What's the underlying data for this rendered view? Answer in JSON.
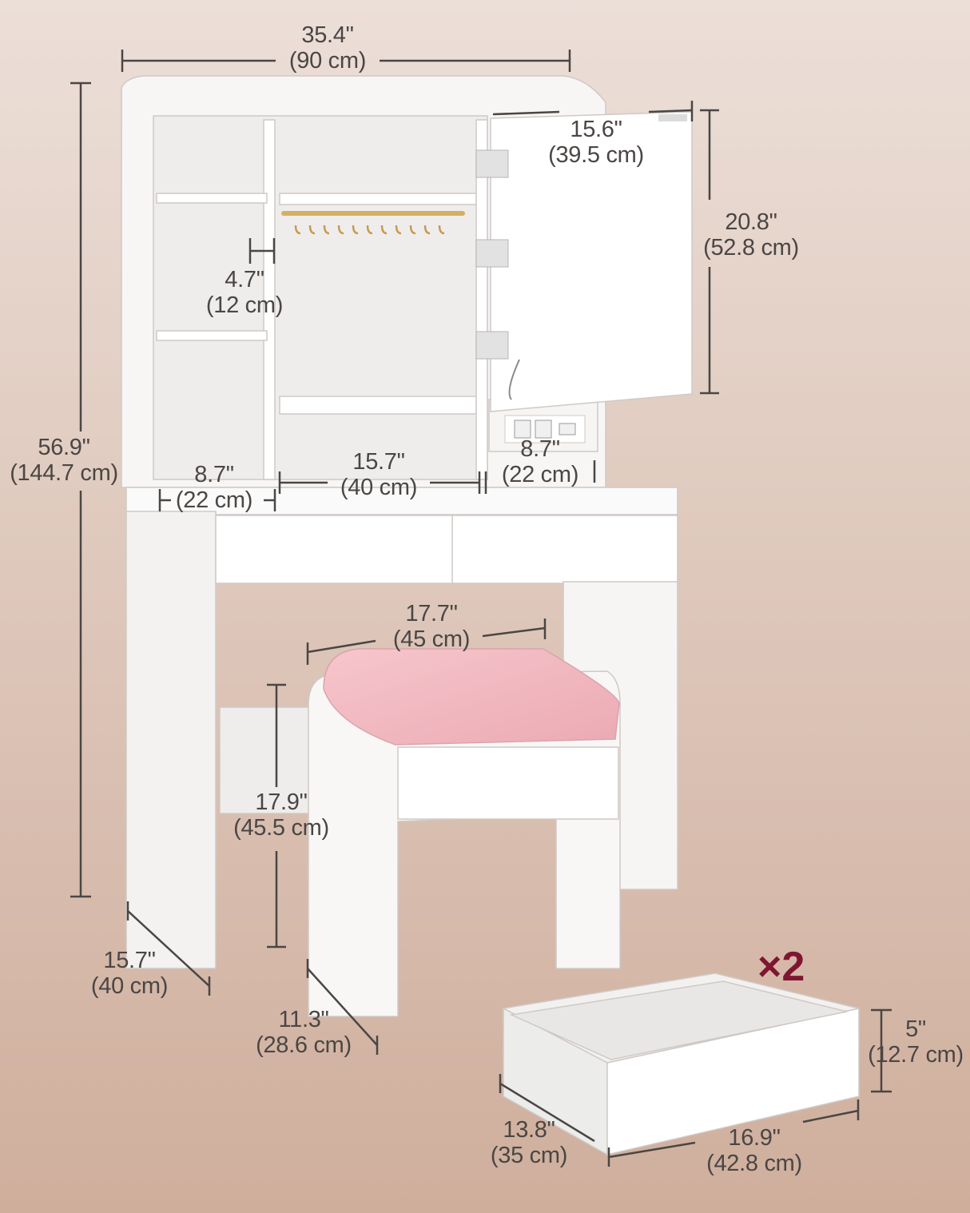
{
  "dimensions": {
    "total_width": {
      "in": "35.4\"",
      "cm": "(90 cm)"
    },
    "total_height": {
      "in": "56.9\"",
      "cm": "(144.7 cm)"
    },
    "door_width": {
      "in": "15.6\"",
      "cm": "(39.5 cm)"
    },
    "door_height": {
      "in": "20.8\"",
      "cm": "(52.8 cm)"
    },
    "shelf_gap": {
      "in": "4.7\"",
      "cm": "(12 cm)"
    },
    "left_shelf": {
      "in": "8.7\"",
      "cm": "(22 cm)"
    },
    "center_cabinet": {
      "in": "15.7\"",
      "cm": "(40 cm)"
    },
    "right_shelf": {
      "in": "8.7\"",
      "cm": "(22 cm)"
    },
    "stool_width": {
      "in": "17.7\"",
      "cm": "(45 cm)"
    },
    "stool_height": {
      "in": "17.9\"",
      "cm": "(45.5 cm)"
    },
    "table_depth": {
      "in": "15.7\"",
      "cm": "(40 cm)"
    },
    "stool_depth": {
      "in": "11.3\"",
      "cm": "(28.6 cm)"
    },
    "drawer_height": {
      "in": "5\"",
      "cm": "(12.7 cm)"
    },
    "drawer_depth": {
      "in": "13.8\"",
      "cm": "(35 cm)"
    },
    "drawer_width": {
      "in": "16.9\"",
      "cm": "(42.8 cm)"
    }
  },
  "drawer_quantity": "×2",
  "colors": {
    "background_top": "#ecdcd4",
    "background_bottom": "#cfae9c",
    "furniture": "#ffffff",
    "cushion": "#f2b6bf",
    "accent": "#7f1630",
    "dimension_line": "#4a4644"
  }
}
